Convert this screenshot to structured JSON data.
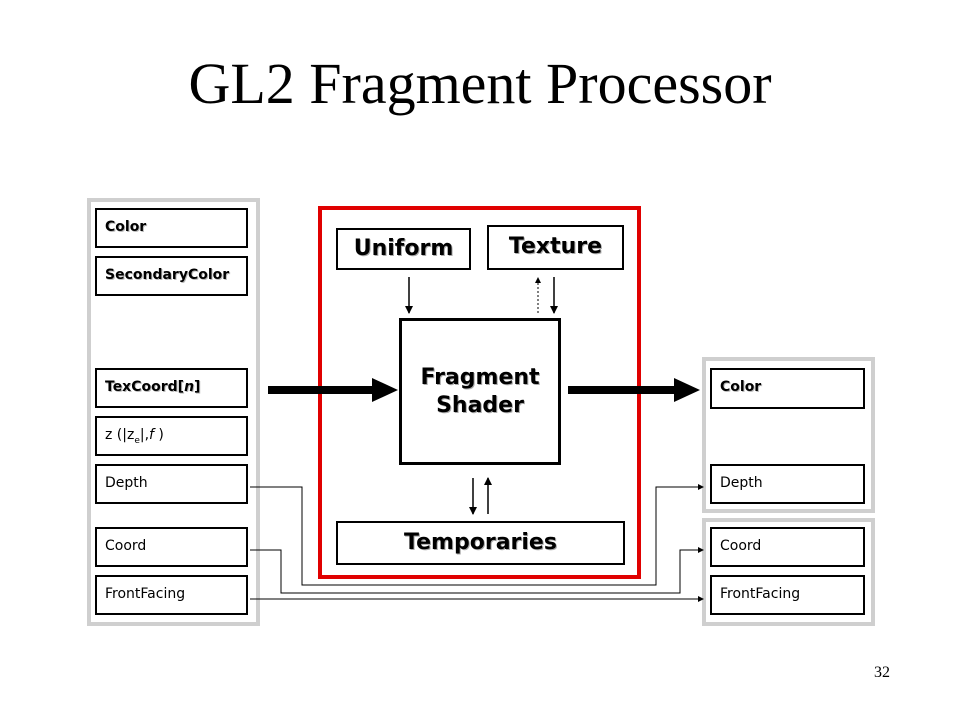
{
  "title": "GL2 Fragment Processor",
  "inputs": {
    "color": "Color",
    "secondary_color": "SecondaryColor",
    "texcoord_prefix": "TexCoord[",
    "texcoord_var": "n",
    "texcoord_suffix": "]",
    "z_prefix": "z (|z",
    "z_sub": "e",
    "z_mid": "|,",
    "z_var": "f",
    "z_suffix": " )",
    "depth": "Depth",
    "coord": "Coord",
    "front_facing": "FrontFacing"
  },
  "shader": {
    "uniform": "Uniform",
    "texture": "Texture",
    "name_line1": "Fragment",
    "name_line2": "Shader",
    "temporaries": "Temporaries"
  },
  "outputs": {
    "color": "Color",
    "depth": "Depth",
    "coord": "Coord",
    "front_facing": "FrontFacing"
  },
  "page_number": "32",
  "colors": {
    "shader_frame": "#e00000",
    "panel_border": "#cfcfcf"
  }
}
